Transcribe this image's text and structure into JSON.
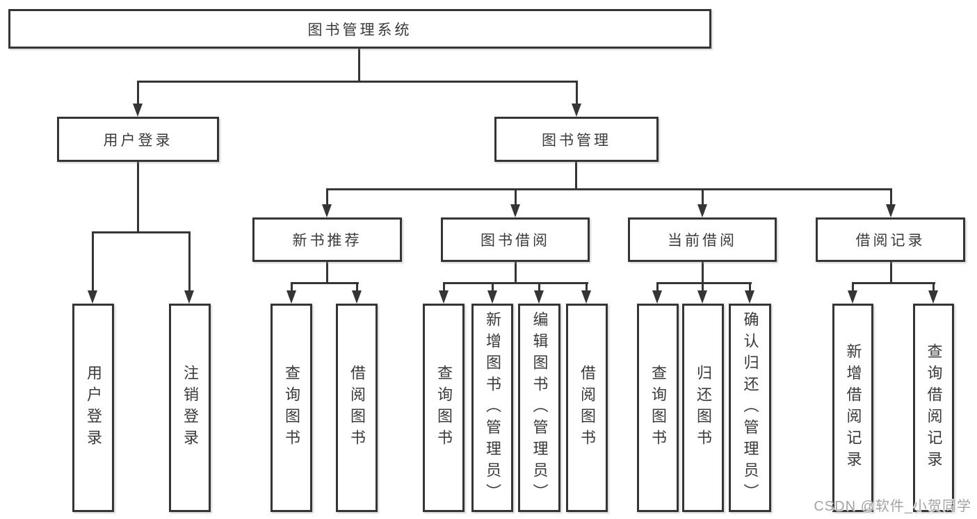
{
  "tree": {
    "label": "图书管理系统",
    "children": [
      {
        "label": "用户登录",
        "children": [
          {
            "label": "用户登录"
          },
          {
            "label": "注销登录"
          }
        ]
      },
      {
        "label": "图书管理",
        "children": [
          {
            "label": "新书推荐",
            "children": [
              {
                "label": "查询图书"
              },
              {
                "label": "借阅图书"
              }
            ]
          },
          {
            "label": "图书借阅",
            "children": [
              {
                "label": "查询图书"
              },
              {
                "label": "新增图书（管理员）"
              },
              {
                "label": "编辑图书（管理员）"
              },
              {
                "label": "借阅图书"
              }
            ]
          },
          {
            "label": "当前借阅",
            "children": [
              {
                "label": "查询图书"
              },
              {
                "label": "归还图书"
              },
              {
                "label": "确认归还（管理员）"
              }
            ]
          },
          {
            "label": "借阅记录",
            "children": [
              {
                "label": "新增借阅记录"
              },
              {
                "label": "查询借阅记录"
              }
            ]
          }
        ]
      }
    ]
  },
  "watermark": {
    "text": "CSDN @软件_小贺同学"
  },
  "colors": {
    "line": "#353535",
    "text": "#3a3a3a",
    "box_background": "#ffffff",
    "watermark": "#a3a3a8",
    "page_background": "#ffffff"
  }
}
